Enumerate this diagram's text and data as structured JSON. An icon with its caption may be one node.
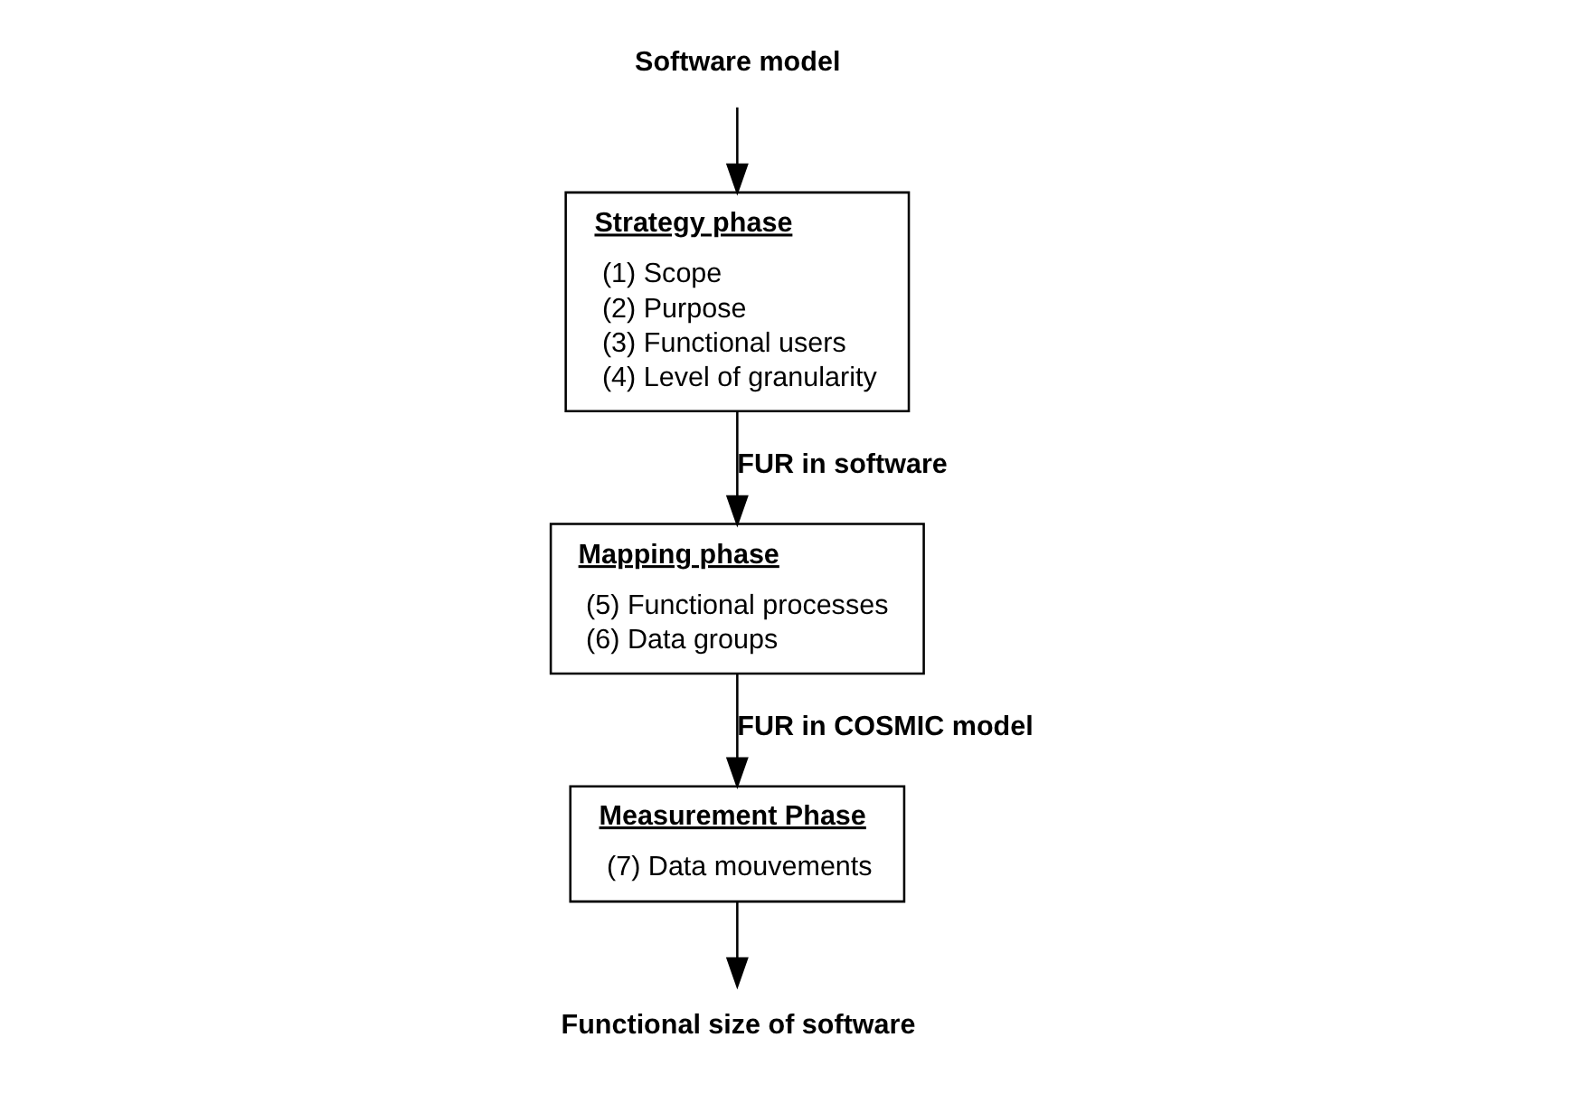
{
  "diagram": {
    "nodes": [
      {
        "text": [
          "Software model"
        ]
      },
      {
        "text": [
          "Strategy phase",
          "(1) Scope",
          "(2) Purpose",
          "(3) Functional users",
          "(4) Level of granularity"
        ]
      },
      {
        "text": [
          "Mapping phase",
          "(5) Functional processes",
          "(6) Data groups"
        ]
      },
      {
        "text": [
          "Measurement Phase",
          "(7) Data mouvements"
        ]
      },
      {
        "text": [
          "Functional size of software"
        ]
      }
    ],
    "edges": [
      {
        "from": 0,
        "to": 1,
        "arrow": "to"
      },
      {
        "from": 1,
        "to": 2,
        "arrow": "to",
        "label": "FUR in software"
      },
      {
        "from": 2,
        "to": 3,
        "arrow": "to",
        "label": "FUR in COSMIC model"
      },
      {
        "from": 3,
        "to": 4,
        "arrow": "to"
      }
    ]
  }
}
